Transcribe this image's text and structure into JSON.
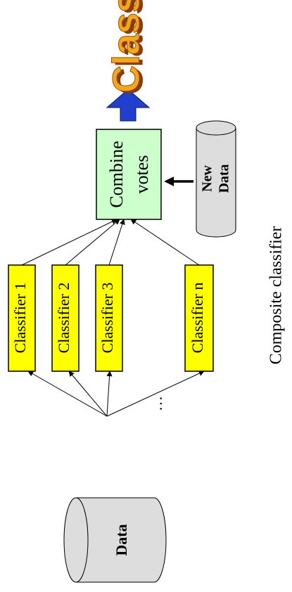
{
  "diagram": {
    "data_cylinder_label": "Data",
    "new_data_cylinder_label": "New Data",
    "new_data_line1": "New",
    "new_data_line2": "Data",
    "combine_line1": "Combine",
    "combine_line2": "votes",
    "ellipsis": "…",
    "classifiers": [
      {
        "label": "Classifier 1"
      },
      {
        "label": "Classifier 2"
      },
      {
        "label": "Classifier 3"
      },
      {
        "label": "Classifier n"
      }
    ],
    "output_wordart": "Class",
    "caption": "Composite classifier"
  },
  "colors": {
    "classifier_fill": "#ffff00",
    "combine_fill": "#ccffcc",
    "cylinder_fill": "#dddddd",
    "big_arrow_fill": "#1f3fcc",
    "wordart_face": "#f2a81c",
    "wordart_shadow": "#8b3a06"
  }
}
